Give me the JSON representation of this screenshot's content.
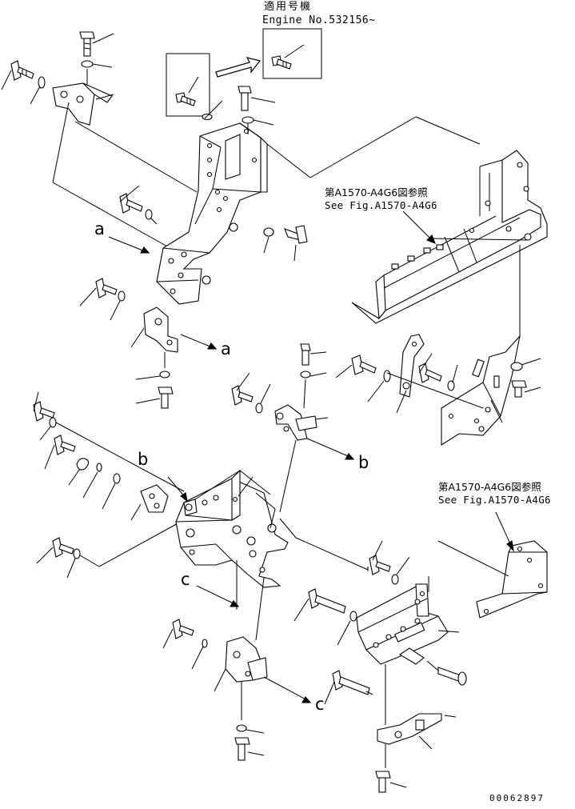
{
  "header": {
    "applicable_serial_jp": "適用号機",
    "engine_serial": "Engine No.532156~"
  },
  "references": [
    {
      "jp": "第A1570-A4G6図参照",
      "en": "See Fig.A1570-A4G6"
    },
    {
      "jp": "第A1570-A4G6図参照",
      "en": "See Fig.A1570-A4G6"
    }
  ],
  "view_callouts": [
    "a",
    "a",
    "b",
    "b",
    "c",
    "c"
  ],
  "document_number": "00062897"
}
